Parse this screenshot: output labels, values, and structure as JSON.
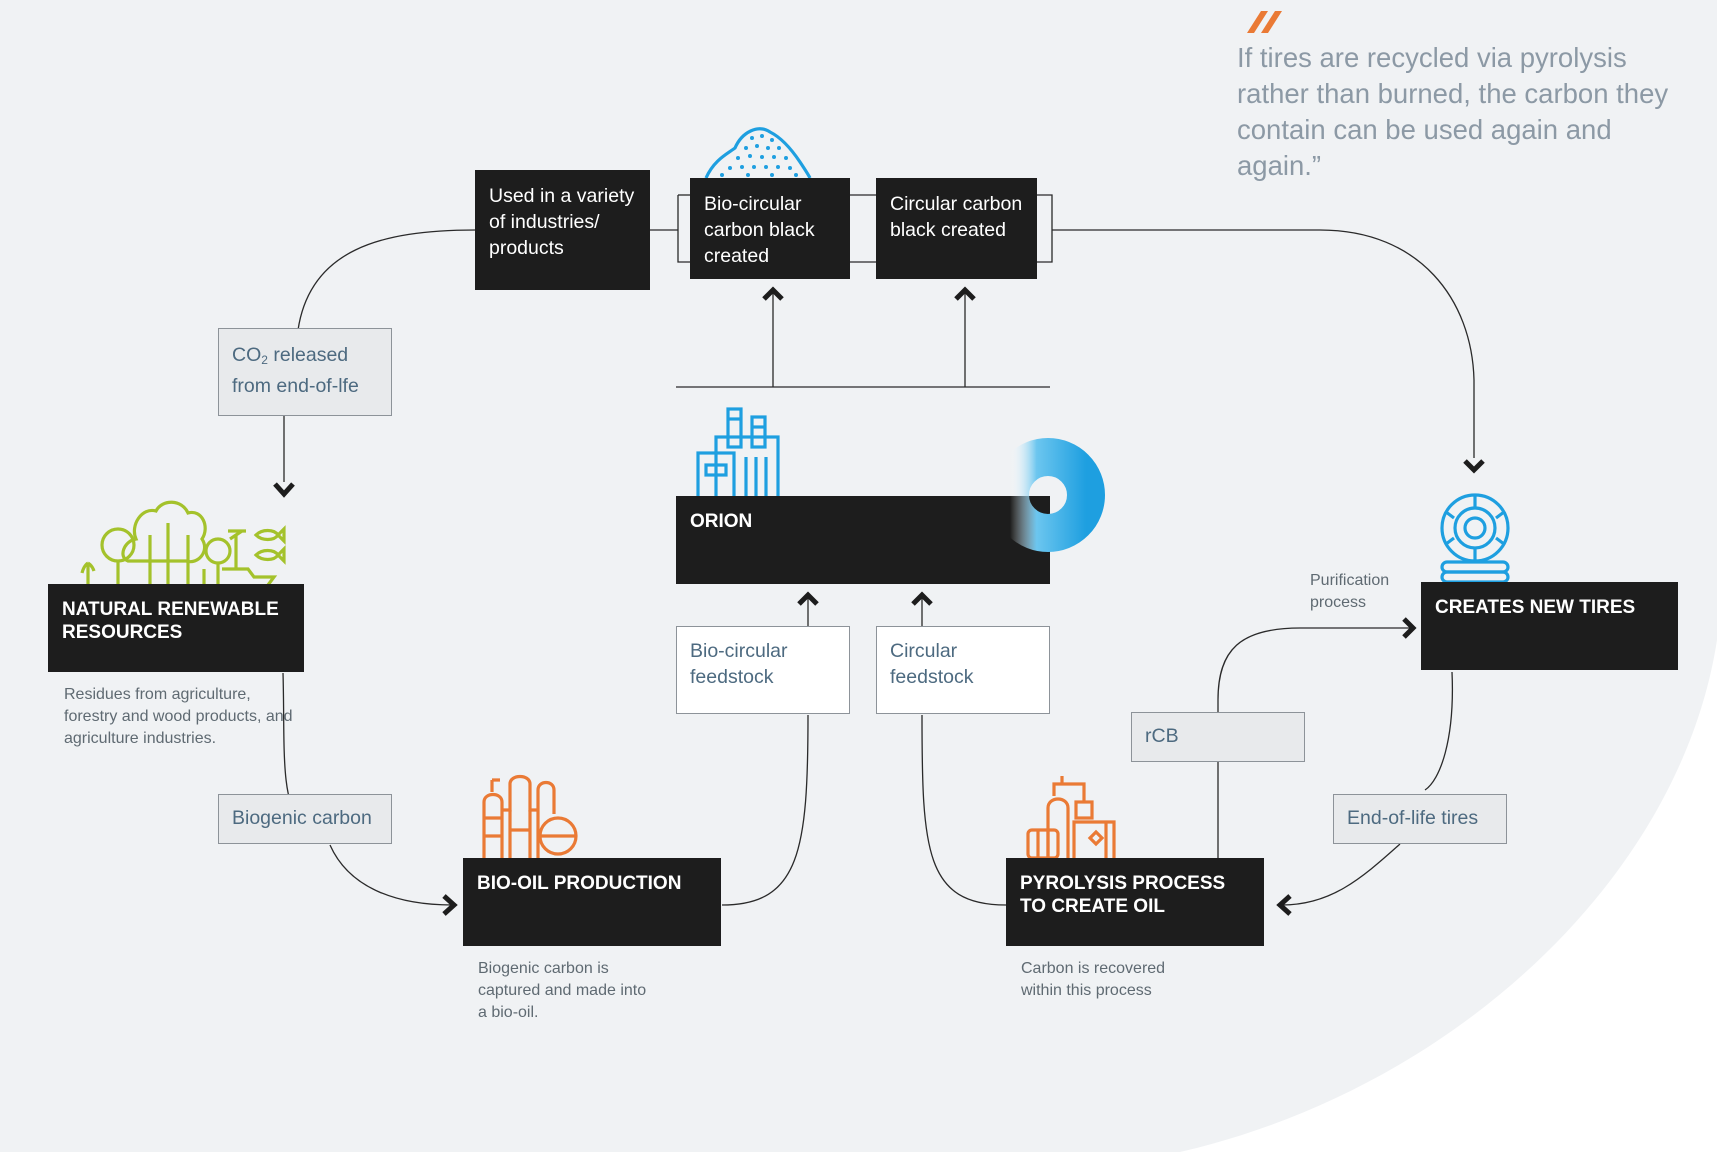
{
  "quote": {
    "text": "If tires are recycled via pyrolysis rather than burned, the carbon they contain can be used again and again.”"
  },
  "boxes": {
    "used_industries": "Used in a variety of industries/ products",
    "bio_circular_cb": "Bio-circular carbon black created",
    "circular_cb": "Circular carbon black created",
    "orion": "ORION",
    "natural": "NATURAL RENEWABLE RESOURCES",
    "bio_oil": "BIO-OIL PRODUCTION",
    "pyrolysis": "PYROLYSIS PROCESS TO CREATE OIL",
    "new_tires": "CREATES NEW TIRES"
  },
  "labels": {
    "co2_prefix": "CO",
    "co2_sub": "2",
    "co2_line1_suffix": " released",
    "co2_line2": "from end-of-lfe",
    "biogenic_carbon": "Biogenic carbon",
    "bio_circular_feedstock": "Bio-circular feedstock",
    "circular_feedstock": "Circular feedstock",
    "rcb": "rCB",
    "end_of_life_tires": "End-of-life tires",
    "purification": "Purification process"
  },
  "captions": {
    "natural": "Residues from agriculture, forestry and wood products, and agriculture industries.",
    "bio_oil": "Biogenic carbon is captured and made into a bio-oil.",
    "pyrolysis": "Carbon is recovered within this process"
  },
  "icons": {
    "carbon_pile": "carbon-black-pile-icon",
    "factory": "factory-icon",
    "tire_logo": "orion-ring-logo-icon",
    "forest": "forest-nature-icon",
    "refinery": "refinery-icon",
    "pyrolysis_plant": "pyrolysis-plant-icon",
    "tire": "tire-icon"
  },
  "colors": {
    "background": "#f0f2f4",
    "box_black": "#1d1d1d",
    "label_text": "#4d6a80",
    "quote_text": "#8c99a5",
    "accent_orange": "#ea7a35",
    "accent_green": "#a4c22b",
    "accent_blue": "#1e9fe0"
  }
}
